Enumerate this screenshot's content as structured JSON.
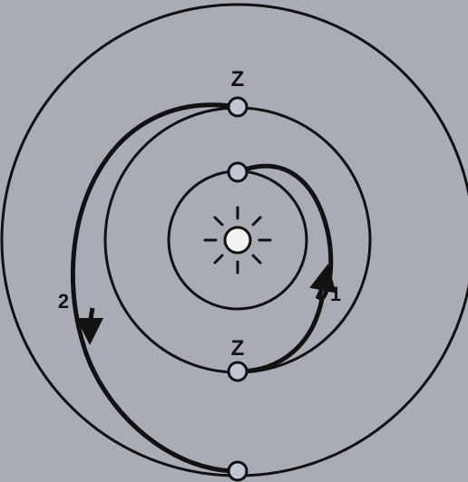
{
  "diagram": {
    "labels": {
      "z_top": "Z",
      "z_bottom": "Z",
      "path_1": "1",
      "path_2": "2"
    },
    "colors": {
      "background": "#a9acb4",
      "line": "#111111",
      "planet_fill": "#bfc6d6",
      "sun_fill": "#f2f2f0"
    }
  }
}
